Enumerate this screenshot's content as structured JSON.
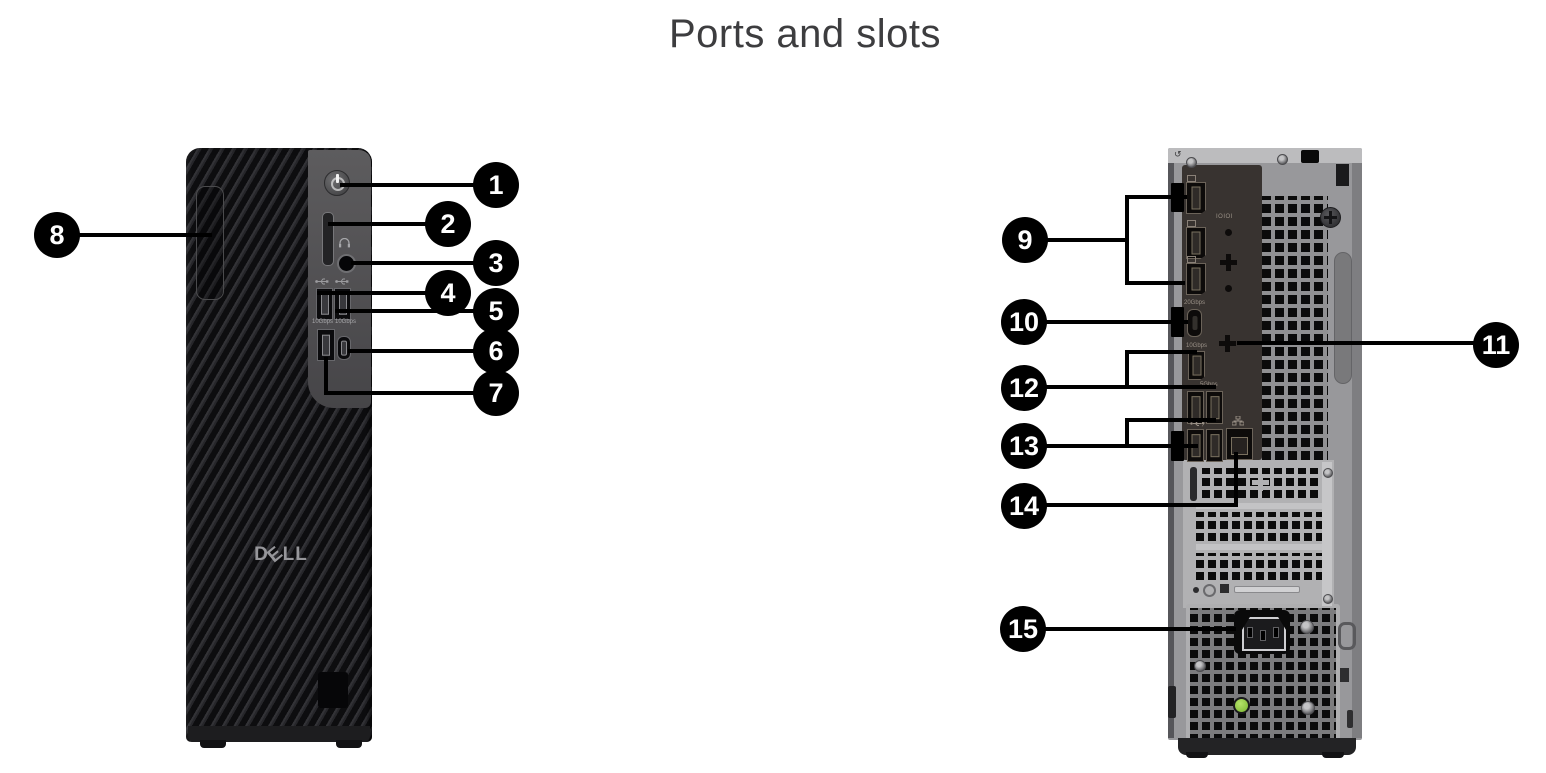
{
  "title": "Ports and slots",
  "front_view": {
    "logo": "DELL",
    "labels": {
      "usb_a_10gbps": "10Gbps",
      "usb_c_10gbps": "10Gbps"
    }
  },
  "rear_view": {
    "labels": {
      "serial_knockout": "IOIOI",
      "usb_c_20gbps": "20Gbps",
      "usb_single": "10Gbps",
      "usb_pair": "5Gbps"
    }
  },
  "callouts": [
    {
      "num": "1",
      "target": "power-button"
    },
    {
      "num": "2",
      "target": "sd-card-slot"
    },
    {
      "num": "3",
      "target": "headset-jack"
    },
    {
      "num": "4",
      "target": "usb-2-port-left"
    },
    {
      "num": "5",
      "target": "usb-2-port-right"
    },
    {
      "num": "6",
      "target": "usb-c-port"
    },
    {
      "num": "7",
      "target": "usb-a-10gbps-port"
    },
    {
      "num": "8",
      "target": "optical-drive-bay"
    },
    {
      "num": "9",
      "target": "displayports"
    },
    {
      "num": "10",
      "target": "usb-c-20gbps-port"
    },
    {
      "num": "11",
      "target": "optional-port-knockout"
    },
    {
      "num": "12",
      "target": "usb-a-ports-upper"
    },
    {
      "num": "13",
      "target": "usb-a-ports-lower"
    },
    {
      "num": "14",
      "target": "ethernet-port"
    },
    {
      "num": "15",
      "target": "power-connector"
    }
  ]
}
